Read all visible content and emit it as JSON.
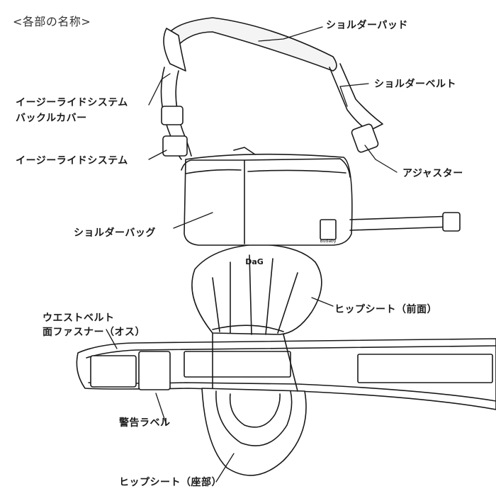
{
  "header": "<各部の名称>",
  "labels": {
    "shoulder_pad": "ショルダーパッド",
    "shoulder_belt": "ショルダーベルト",
    "easy_ride_buckle_cover_1": "イージーライドシステム",
    "easy_ride_buckle_cover_2": "バックルカバー",
    "easy_ride_system": "イージーライドシステム",
    "adjuster": "アジャスター",
    "shoulder_bag": "ショルダーバッグ",
    "hip_seat_front": "ヒップシート（前面）",
    "waist_belt_1": "ウエストベルト",
    "waist_belt_2": "面ファスナー（オス）",
    "warning_label": "警告ラベル",
    "hip_seat_seat": "ヒップシート（座部）"
  },
  "brand": {
    "seat_logo": "DaG",
    "bag_tag": "Budaby"
  },
  "colors": {
    "stroke": "#1a1a1a",
    "fill": "#ffffff",
    "pad_fill": "#f4f4f4",
    "text": "#1a1a1a"
  }
}
